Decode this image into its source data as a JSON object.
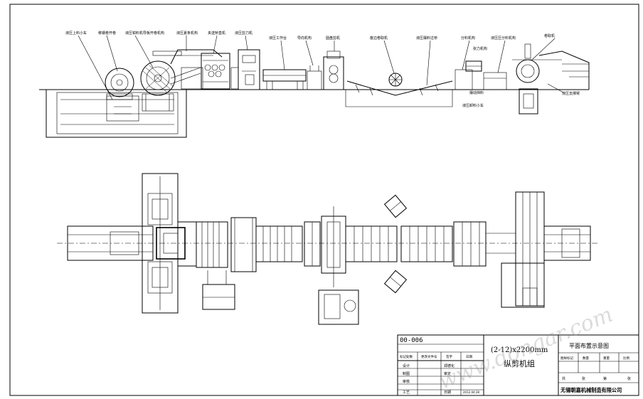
{
  "drawing": {
    "process_labels": [
      "液压上料小车",
      "移钢卷开卷",
      "液压钳料机导板开卷机构",
      "液压夏条机构",
      "夹送矫直机",
      "液压剪刀机",
      "液压工作台",
      "导向机构",
      "圆盘剪机",
      "废边卷取机",
      "液压摆料过桥",
      "分料机构",
      "液压压分料机构",
      "张力机构",
      "卷取机",
      "摆动挡料",
      "液压卸料小车",
      "液压支撑臂"
    ]
  },
  "title_block": {
    "drawing_number": "00-006",
    "product_spec": "(2-12)x2200mm",
    "product_name": "纵剪机组",
    "drawing_title": "平面布置示意图",
    "header_cells": [
      "标记处数",
      "更改文件号",
      "签字",
      "日期"
    ],
    "weight_headers": [
      "图样标记",
      "数量",
      "重量",
      "比例"
    ],
    "rows": [
      {
        "label": "设计",
        "value": "郑德化"
      },
      {
        "label": "制图",
        "value": "审定"
      },
      {
        "label": "审核",
        "value": ""
      },
      {
        "label": "工艺",
        "value": "日期"
      }
    ],
    "date": "2012.04.28",
    "sheet_labels": [
      "共",
      "张",
      "第",
      "张"
    ],
    "company": "无锡朝嘉机械制造有限公司"
  },
  "watermark": {
    "text": "www.dongar.com"
  }
}
